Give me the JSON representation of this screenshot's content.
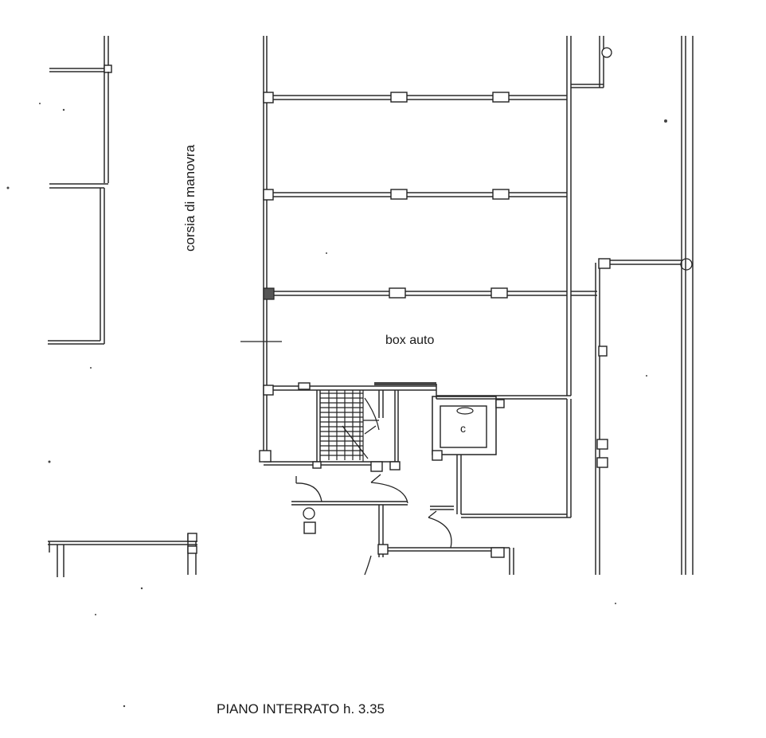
{
  "plan": {
    "labels": {
      "lane": "corsia di manovra",
      "garage": "box auto",
      "sink": "c"
    },
    "title": "PIANO INTERRATO h. 3.35"
  }
}
